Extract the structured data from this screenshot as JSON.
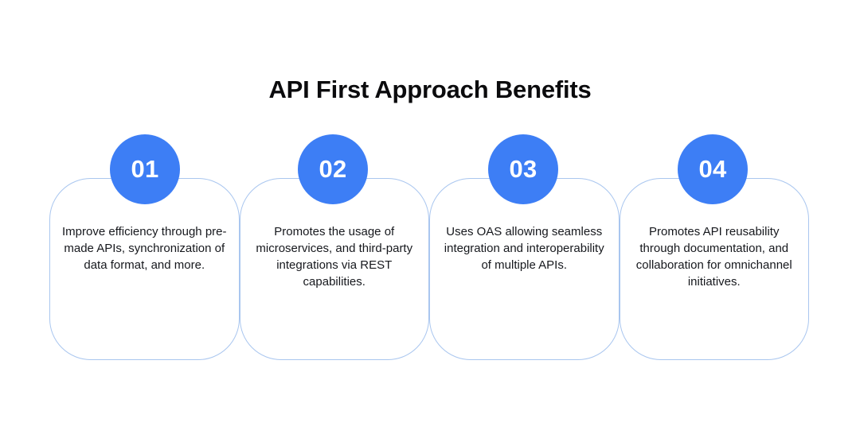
{
  "title": "API First Approach Benefits",
  "colors": {
    "background": "#ffffff",
    "badge_blue": "#3d7ef5",
    "card_border": "#a9c6ef",
    "title_text": "#0b0b0d",
    "body_text": "#16181d",
    "badge_number_text": "#ffffff"
  },
  "cards": [
    {
      "number": "01",
      "text": "Improve efficiency through pre-made APIs, synchronization of data format, and more."
    },
    {
      "number": "02",
      "text": "Promotes the usage of microservices, and third-party integrations via REST capabilities."
    },
    {
      "number": "03",
      "text": "Uses OAS allowing seamless integration and interoperability of multiple APIs."
    },
    {
      "number": "04",
      "text": "Promotes API reusability through documentation, and collaboration for omnichannel initiatives."
    }
  ]
}
